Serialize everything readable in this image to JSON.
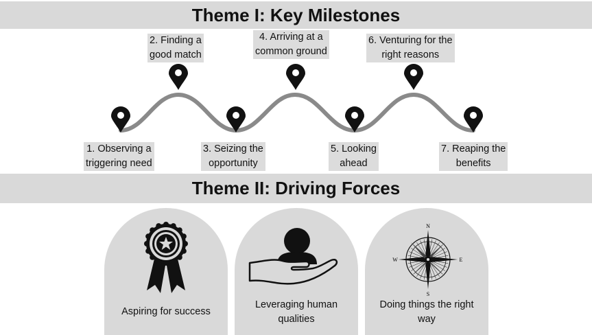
{
  "theme1": {
    "title": "Theme I: Key Milestones"
  },
  "theme2": {
    "title": "Theme II: Driving Forces"
  },
  "milestones": [
    {
      "line1": "1. Observing a",
      "line2": "triggering need"
    },
    {
      "line1": "2. Finding a",
      "line2": "good match"
    },
    {
      "line1": "3. Seizing the",
      "line2": "opportunity"
    },
    {
      "line1": "4. Arriving at  a",
      "line2": "common ground"
    },
    {
      "line1": "5. Looking",
      "line2": "ahead"
    },
    {
      "line1": "6. Venturing for the",
      "line2": "right reasons"
    },
    {
      "line1": "7. Reaping the",
      "line2": "benefits"
    }
  ],
  "forces": [
    {
      "line1": "Aspiring for success",
      "line2": "",
      "icon": "award-ribbon-icon"
    },
    {
      "line1": "Leveraging human",
      "line2": "qualities",
      "icon": "hand-holding-person-icon"
    },
    {
      "line1": "Doing things the right",
      "line2": "way",
      "icon": "compass-rose-icon"
    }
  ],
  "compass": {
    "n": "N",
    "s": "S",
    "e": "E",
    "w": "W"
  },
  "colors": {
    "band": "#d9d9d9",
    "road": "#8a8a8a",
    "pin": "#111111"
  }
}
